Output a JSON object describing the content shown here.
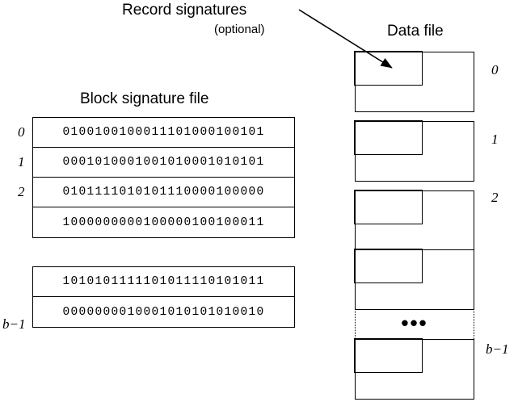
{
  "figure": {
    "annotations": {
      "record_signatures_title": "Record signatures",
      "record_signatures_optional": "(optional)",
      "data_file_title": "Data file",
      "block_signature_file_title": "Block signature file",
      "ellipsis": "•••"
    },
    "colors": {
      "stroke": "#000000",
      "background": "#ffffff"
    },
    "block_signature_file": {
      "groups": [
        {
          "rows": [
            {
              "index_label": "0",
              "bits": "0100100100011101000100101"
            },
            {
              "index_label": "1",
              "bits": "0001010001001010001010101"
            },
            {
              "index_label": "2",
              "bits": "0101111010101110000100000"
            },
            {
              "index_label": "",
              "bits": "1000000000100000100100011"
            }
          ]
        },
        {
          "rows": [
            {
              "index_label": "",
              "bits": "1010101111101011110101011"
            },
            {
              "index_label": "b−1",
              "bits": "0000000010001010101010010"
            }
          ]
        }
      ]
    },
    "data_file": {
      "blocks": [
        {
          "index_label": "0"
        },
        {
          "index_label": "1"
        },
        {
          "index_label": "2"
        },
        {
          "index_label": ""
        },
        {
          "index_label": "b−1"
        }
      ]
    }
  }
}
